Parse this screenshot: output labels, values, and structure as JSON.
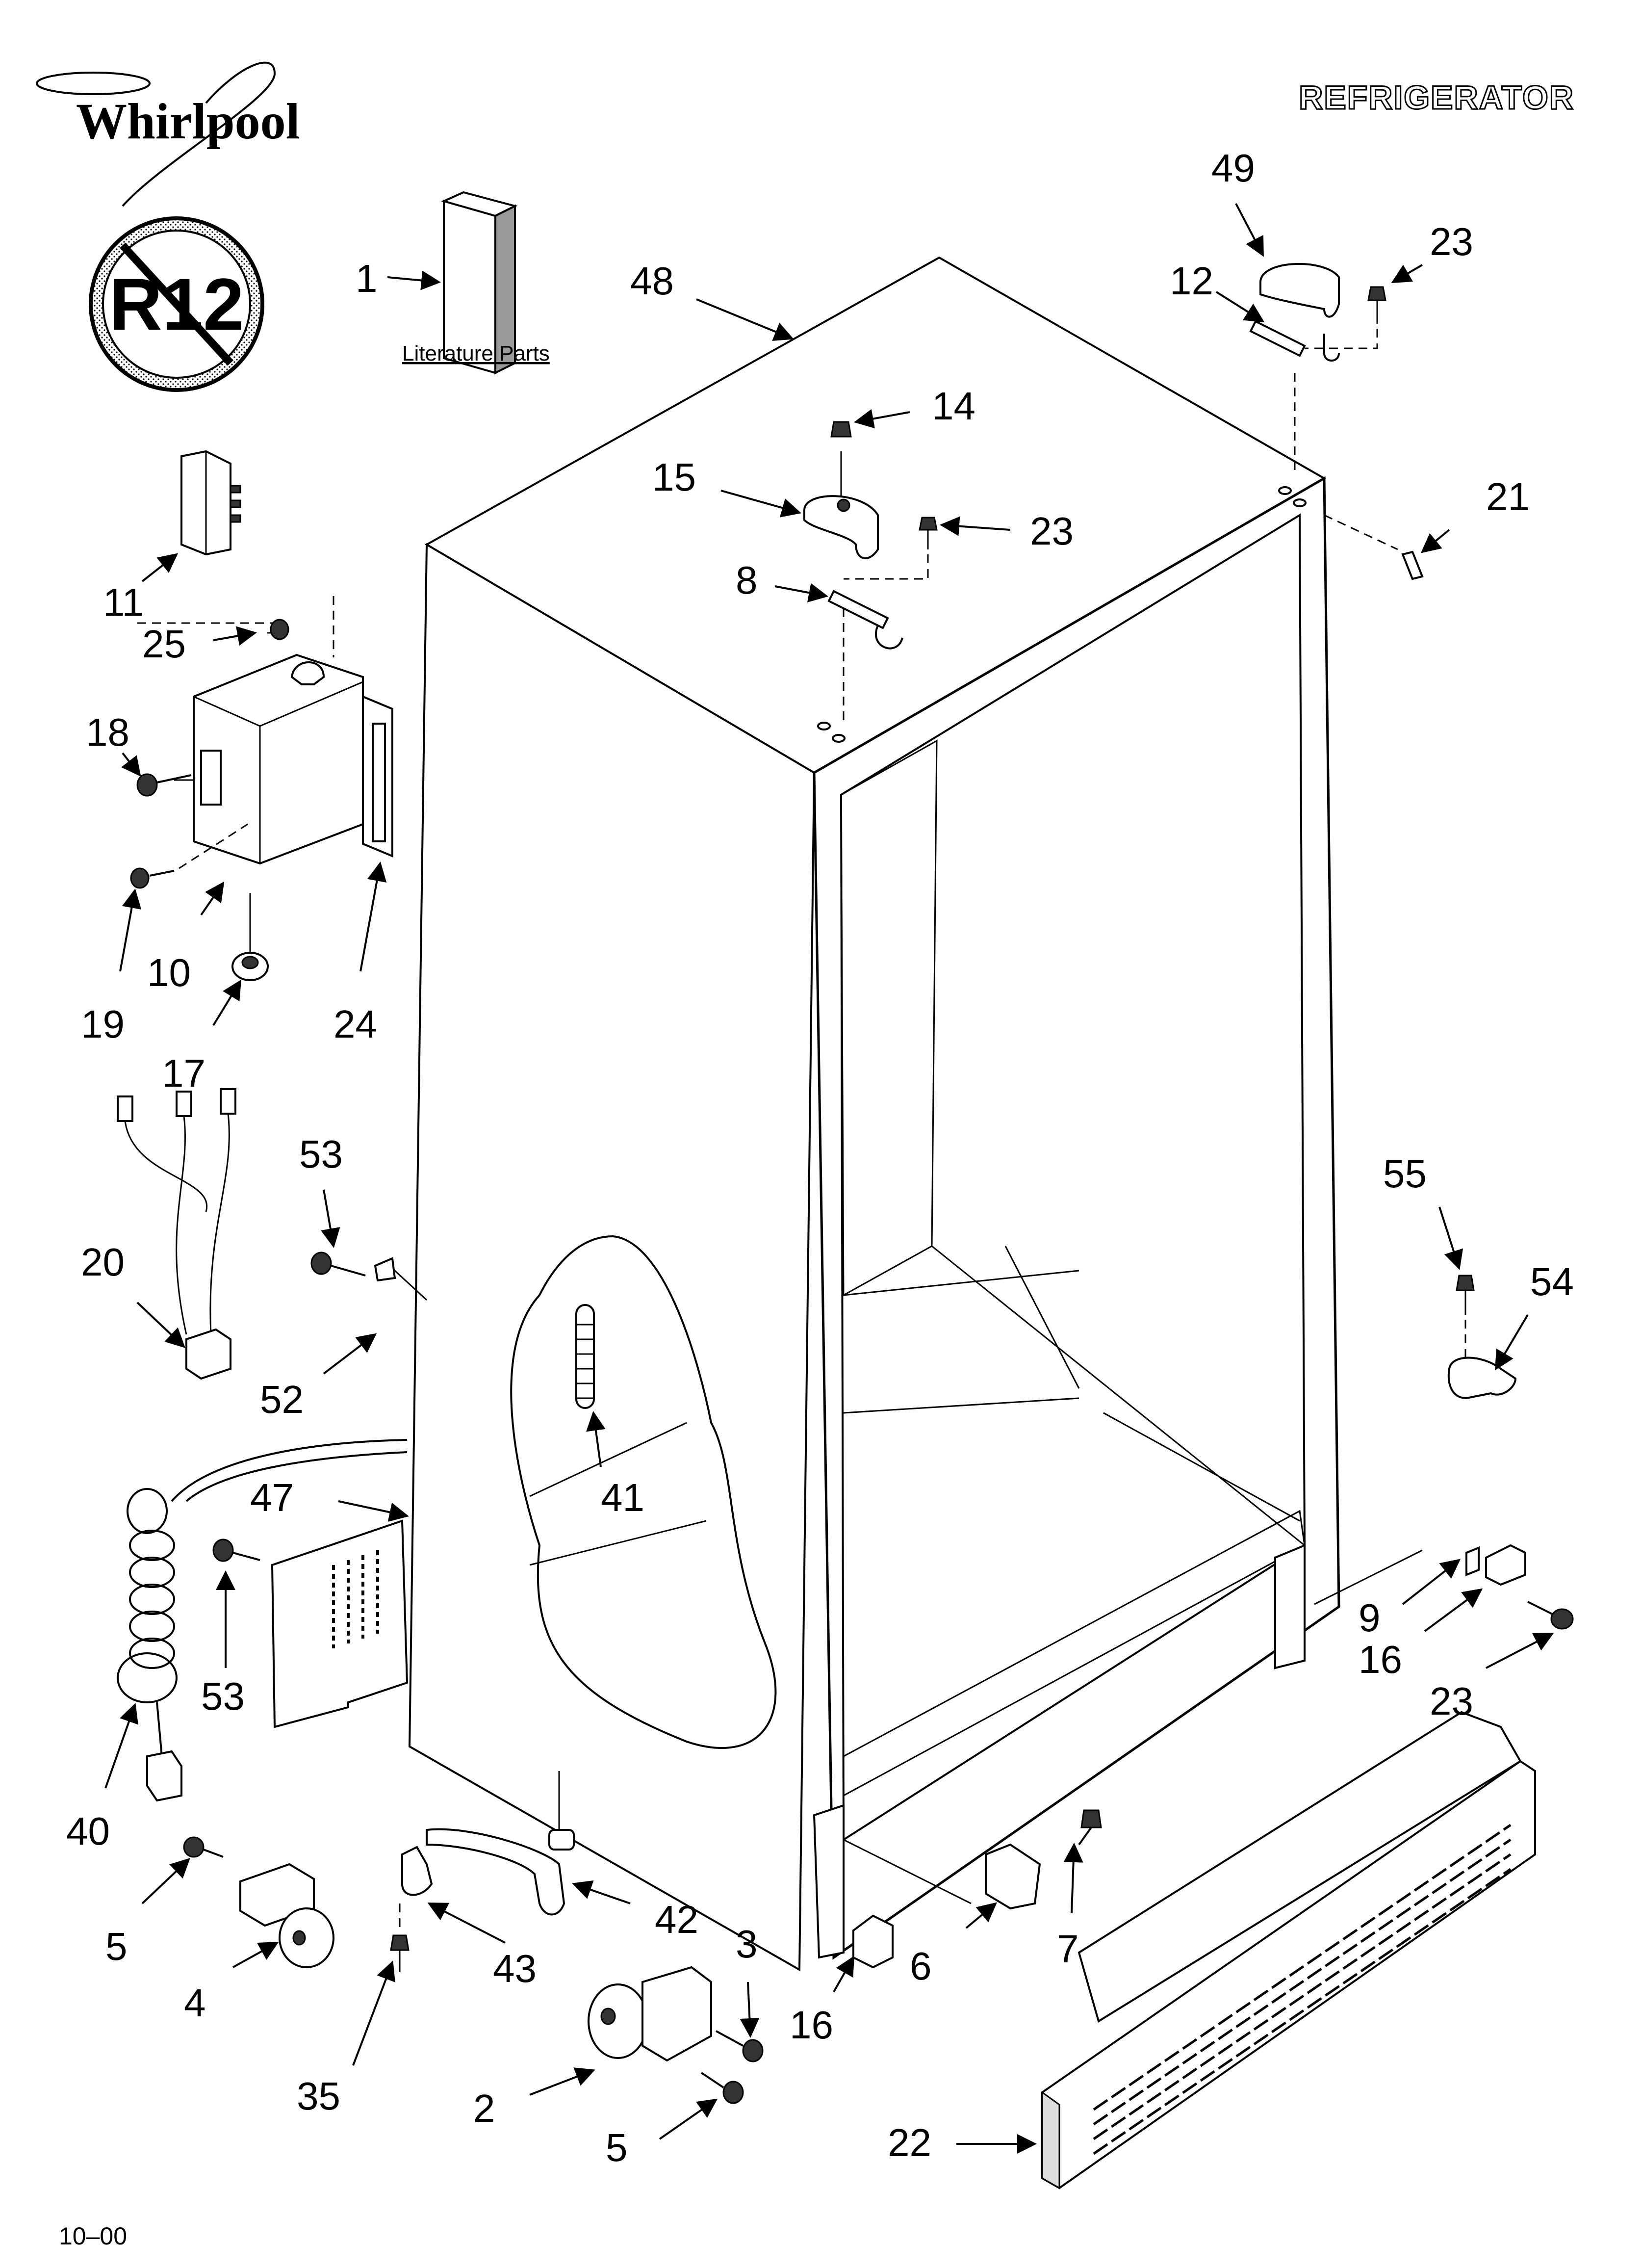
{
  "header": {
    "brand": "Whirlpool",
    "category": "REFRIGERATOR",
    "refrigerant_badge": "R12"
  },
  "literature_label": "Literature Parts",
  "footer": {
    "date_code": "10–00"
  },
  "callouts": {
    "c1": "1",
    "c48": "48",
    "c49": "49",
    "c23a": "23",
    "c12": "12",
    "c14": "14",
    "c15": "15",
    "c23b": "23",
    "c21": "21",
    "c8": "8",
    "c11": "11",
    "c25": "25",
    "c18": "18",
    "c10": "10",
    "c19": "19",
    "c17": "17",
    "c24": "24",
    "c53a": "53",
    "c20": "20",
    "c52": "52",
    "c55": "55",
    "c54": "54",
    "c41": "41",
    "c47": "47",
    "c53b": "53",
    "c9": "9",
    "c16a": "16",
    "c23c": "23",
    "c40": "40",
    "c5a": "5",
    "c4": "4",
    "c42": "42",
    "c43": "43",
    "c3": "3",
    "c16b": "16",
    "c6": "6",
    "c7": "7",
    "c35": "35",
    "c2": "2",
    "c5b": "5",
    "c22": "22"
  }
}
